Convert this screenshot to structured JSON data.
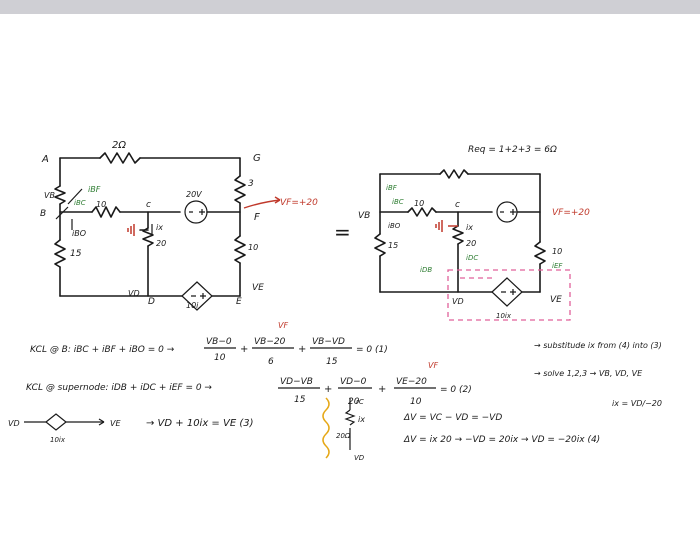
{
  "left_circuit": {
    "node_A": "A",
    "node_B": "B",
    "node_C": "c",
    "node_D": "D",
    "node_E": "E",
    "node_F": "F",
    "node_G": "G",
    "res_top": "2Ω",
    "res_3": "3",
    "res_10a": "10",
    "res_15": "15",
    "res_20": "20",
    "res_10b": "10",
    "source_20v": "20V",
    "dep_label": "10i",
    "vb": "VB",
    "vd": "VD",
    "ve": "VE",
    "vf": "VF=+20",
    "i_bf": "iBF",
    "i_bc": "iBC",
    "i_bo": "iBO",
    "i_x": "ix"
  },
  "equals": "=",
  "right_circuit": {
    "req": "Req = 1+2+3 = 6Ω",
    "node_C": "c",
    "i_bf": "iBF",
    "i_bc": "iBC",
    "res_10": "10",
    "vb": "VB",
    "i_bo": "iBO",
    "res_15": "15",
    "res_20": "20",
    "i_x": "ix",
    "i_db": "iDB",
    "i_dc": "iDC",
    "res_10b": "10",
    "i_ef": "iEF",
    "vf": "VF=+20",
    "vd": "VD",
    "ve": "VE",
    "dep_label": "10ix"
  },
  "equations": {
    "eq1_lhs": "KCL @ B:  iBC + iBF + iBO = 0  →",
    "eq1_num1": "VB−0",
    "eq1_den1": "10",
    "eq1_num2": "VB−20",
    "eq1_den2": "6",
    "eq1_num3": "VB−VD",
    "eq1_den3": "15",
    "eq1_rhs": "= 0   (1)",
    "eq2_lhs": "KCL @ supernode:  iDB + iDC + iEF = 0  →",
    "eq2_num1": "VD−VB",
    "eq2_den1": "15",
    "eq2_num2": "VD−0",
    "eq2_den2": "20",
    "eq2_num3": "VE−20",
    "eq2_den3": "10",
    "eq2_rhs": "= 0   (2)",
    "vf_note1": "VF",
    "vf_note2": "VF",
    "eq3_left_vd": "VD",
    "eq3_left_ve": "VE",
    "eq3_dep": "10ix",
    "eq3": "→  VD + 10ix = VE   (3)",
    "sub_r": "rC",
    "sub_ix": "ix",
    "sub_20": "20Ω",
    "sub_vd": "VD",
    "dv1": "ΔV = VC − VD = −VD",
    "dv2": "ΔV = ix 20  →  −VD = 20ix  →  VD = −20ix  (4)",
    "note1": "→ substitude ix from (4) into (3)",
    "note2": "→ solve 1,2,3 → VB, VD, VE",
    "ix_note": "ix = VD/−20"
  }
}
